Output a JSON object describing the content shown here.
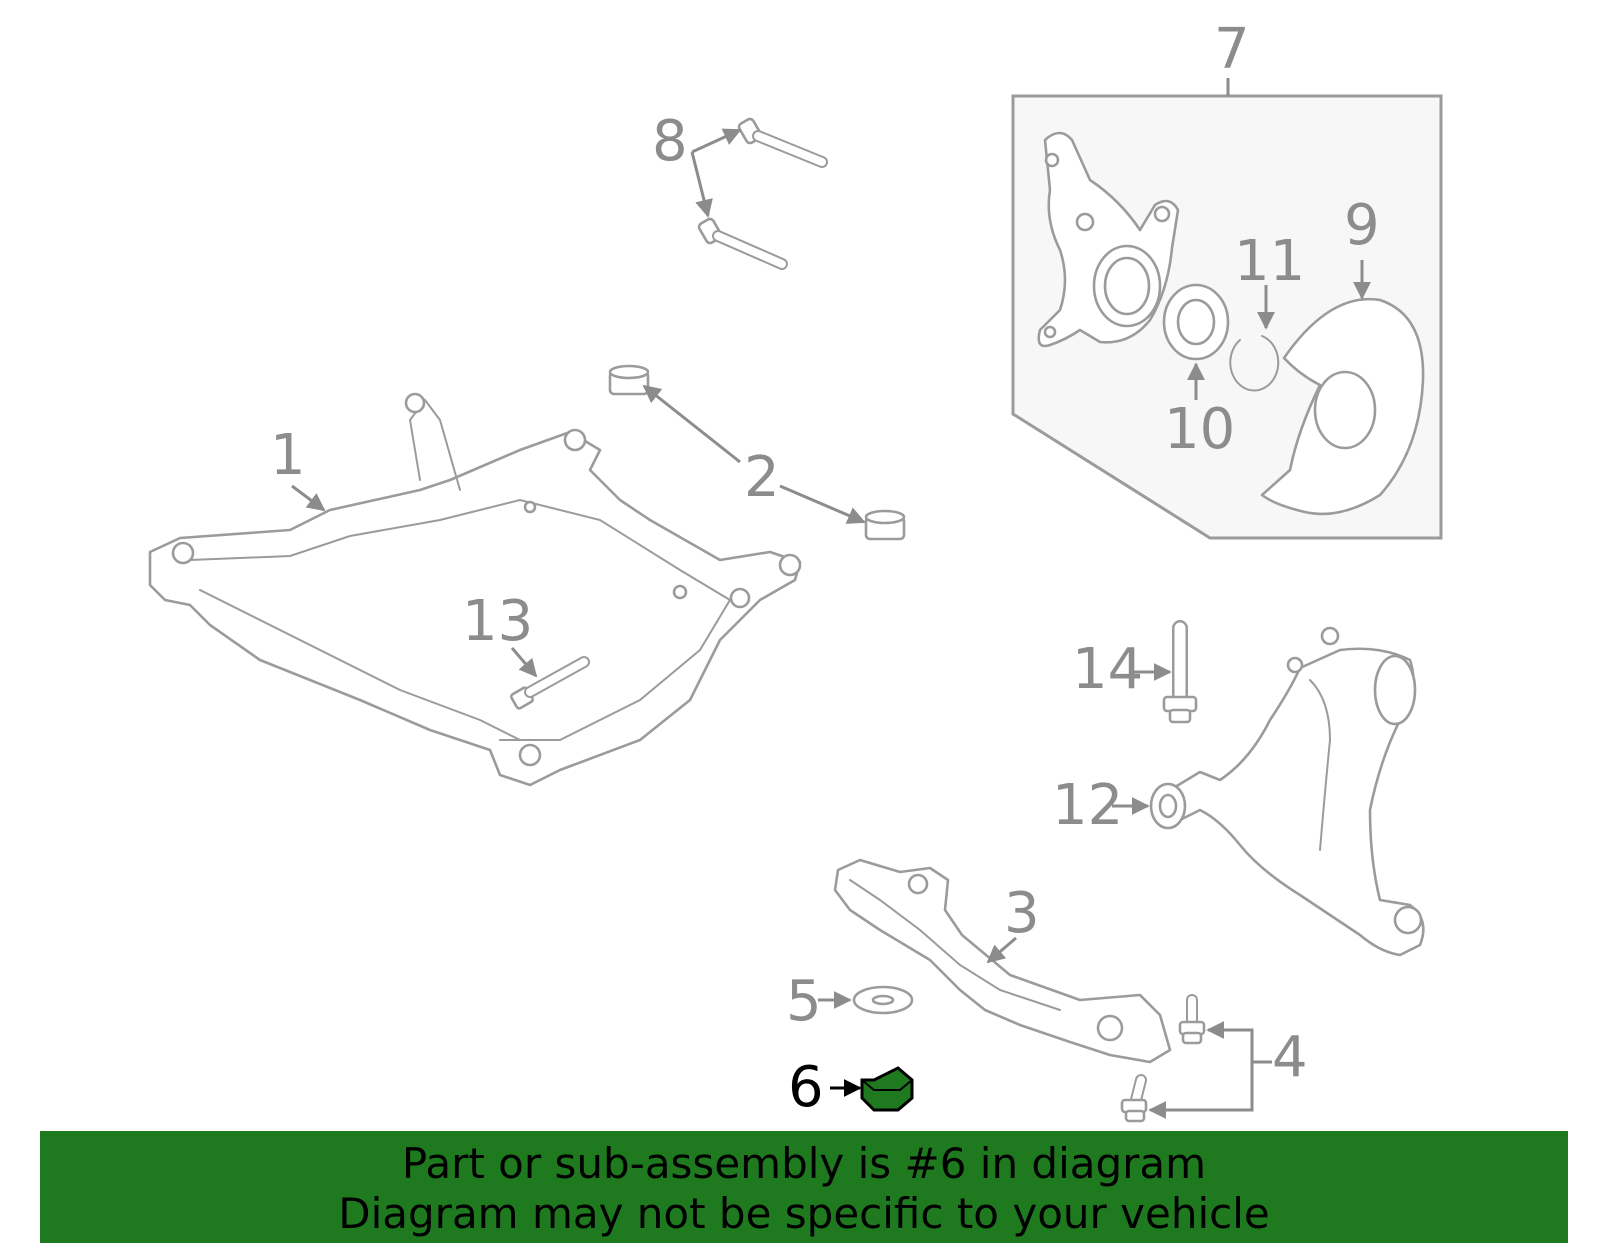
{
  "diagram": {
    "callouts": [
      "1",
      "2",
      "3",
      "4",
      "5",
      "6",
      "7",
      "8",
      "9",
      "10",
      "11",
      "12",
      "13",
      "14"
    ],
    "highlighted_part": "6",
    "highlight_color": "#1f7a1f",
    "part_color": "#9b9b9b",
    "box_fill": "#f7f7f7"
  },
  "banner": {
    "line1": "Part or sub-assembly is #6 in diagram",
    "line2": "Diagram may not be specific to your vehicle",
    "background": "#1f7a1f"
  }
}
